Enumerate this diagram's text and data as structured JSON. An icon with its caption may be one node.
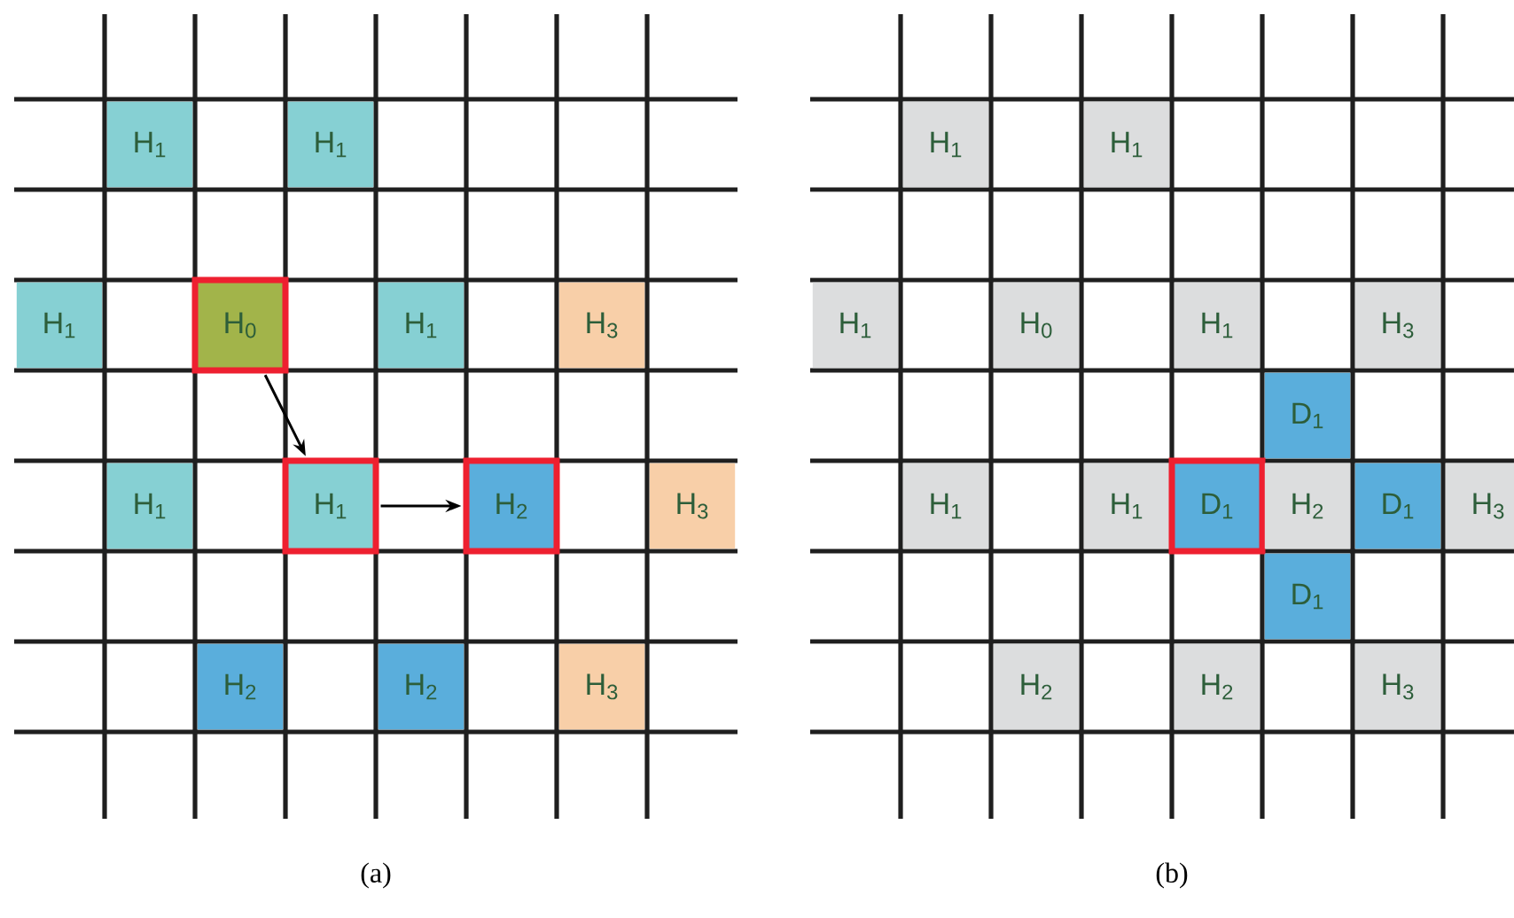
{
  "diagram": {
    "nodes": [
      {
        "text": [
          "H$_{1}$"
        ]
      },
      {
        "text": [
          "H$_{1}$"
        ]
      },
      {
        "text": [
          "H$_{1}$"
        ]
      },
      {
        "text": [
          "H$_{0}$"
        ]
      },
      {
        "text": [
          "H$_{1}$"
        ]
      },
      {
        "text": [
          "H$_{3}$"
        ]
      },
      {
        "text": [
          "H$_{1}$"
        ]
      },
      {
        "text": [
          "H$_{1}$"
        ]
      },
      {
        "text": [
          "H$_{2}$"
        ]
      },
      {
        "text": [
          "H$_{3}$"
        ]
      },
      {
        "text": [
          "H$_{2}$"
        ]
      },
      {
        "text": [
          "H$_{2}$"
        ]
      },
      {
        "text": [
          "H$_{3}$"
        ]
      },
      {
        "text": [
          "H$_{1}$"
        ]
      },
      {
        "text": [
          "H$_{1}$"
        ]
      },
      {
        "text": [
          "H$_{1}$"
        ]
      },
      {
        "text": [
          "H$_{0}$"
        ]
      },
      {
        "text": [
          "H$_{1}$"
        ]
      },
      {
        "text": [
          "H$_{3}$"
        ]
      },
      {
        "text": [
          "D$_{1}$"
        ]
      },
      {
        "text": [
          "H$_{1}$"
        ]
      },
      {
        "text": [
          "H$_{1}$"
        ]
      },
      {
        "text": [
          "D$_{1}$"
        ]
      },
      {
        "text": [
          "H$_{2}$"
        ]
      },
      {
        "text": [
          "D$_{1}$"
        ]
      },
      {
        "text": [
          "H$_{3}$"
        ]
      },
      {
        "text": [
          "D$_{1}$"
        ]
      },
      {
        "text": [
          "H$_{2}$"
        ]
      },
      {
        "text": [
          "H$_{2}$"
        ]
      },
      {
        "text": [
          "H$_{3}$"
        ]
      }
    ],
    "edges": [
      {
        "from": 3,
        "to": 7,
        "arrow": "to"
      },
      {
        "from": 7,
        "to": 8,
        "arrow": "to"
      }
    ],
    "labels": [
      "(a)",
      "(b)"
    ]
  }
}
